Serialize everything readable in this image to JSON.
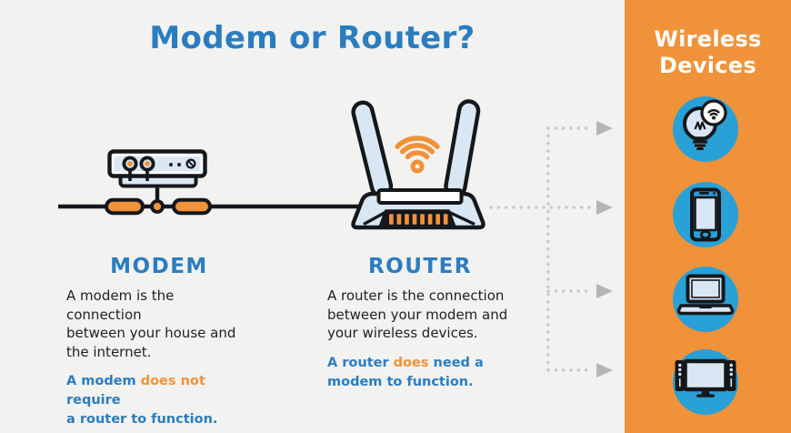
{
  "title": "Modem or Router?",
  "modem": {
    "heading": "MODEM",
    "body": "A modem is the connection\nbetween your house and\nthe internet.",
    "note": {
      "before": "A modem ",
      "highlight": "does not",
      "after": " require\na router to function."
    }
  },
  "router": {
    "heading": "ROUTER",
    "body": "A router is the connection\nbetween your modem and\nyour wireless devices.",
    "note": {
      "before": "A router ",
      "highlight": "does",
      "after": " need a\nmodem to function."
    }
  },
  "panel": {
    "title": "Wireless\nDevices",
    "devices": [
      {
        "icon": "smart-bulb-icon"
      },
      {
        "icon": "smartphone-icon"
      },
      {
        "icon": "laptop-icon"
      },
      {
        "icon": "tv-speakers-icon"
      }
    ]
  },
  "colors": {
    "heading_blue": "#2b7dbf",
    "accent_orange": "#f0923a",
    "device_circle_blue": "#29a0d6",
    "panel_orange": "#f0923a",
    "background": "#f2f2f0"
  }
}
